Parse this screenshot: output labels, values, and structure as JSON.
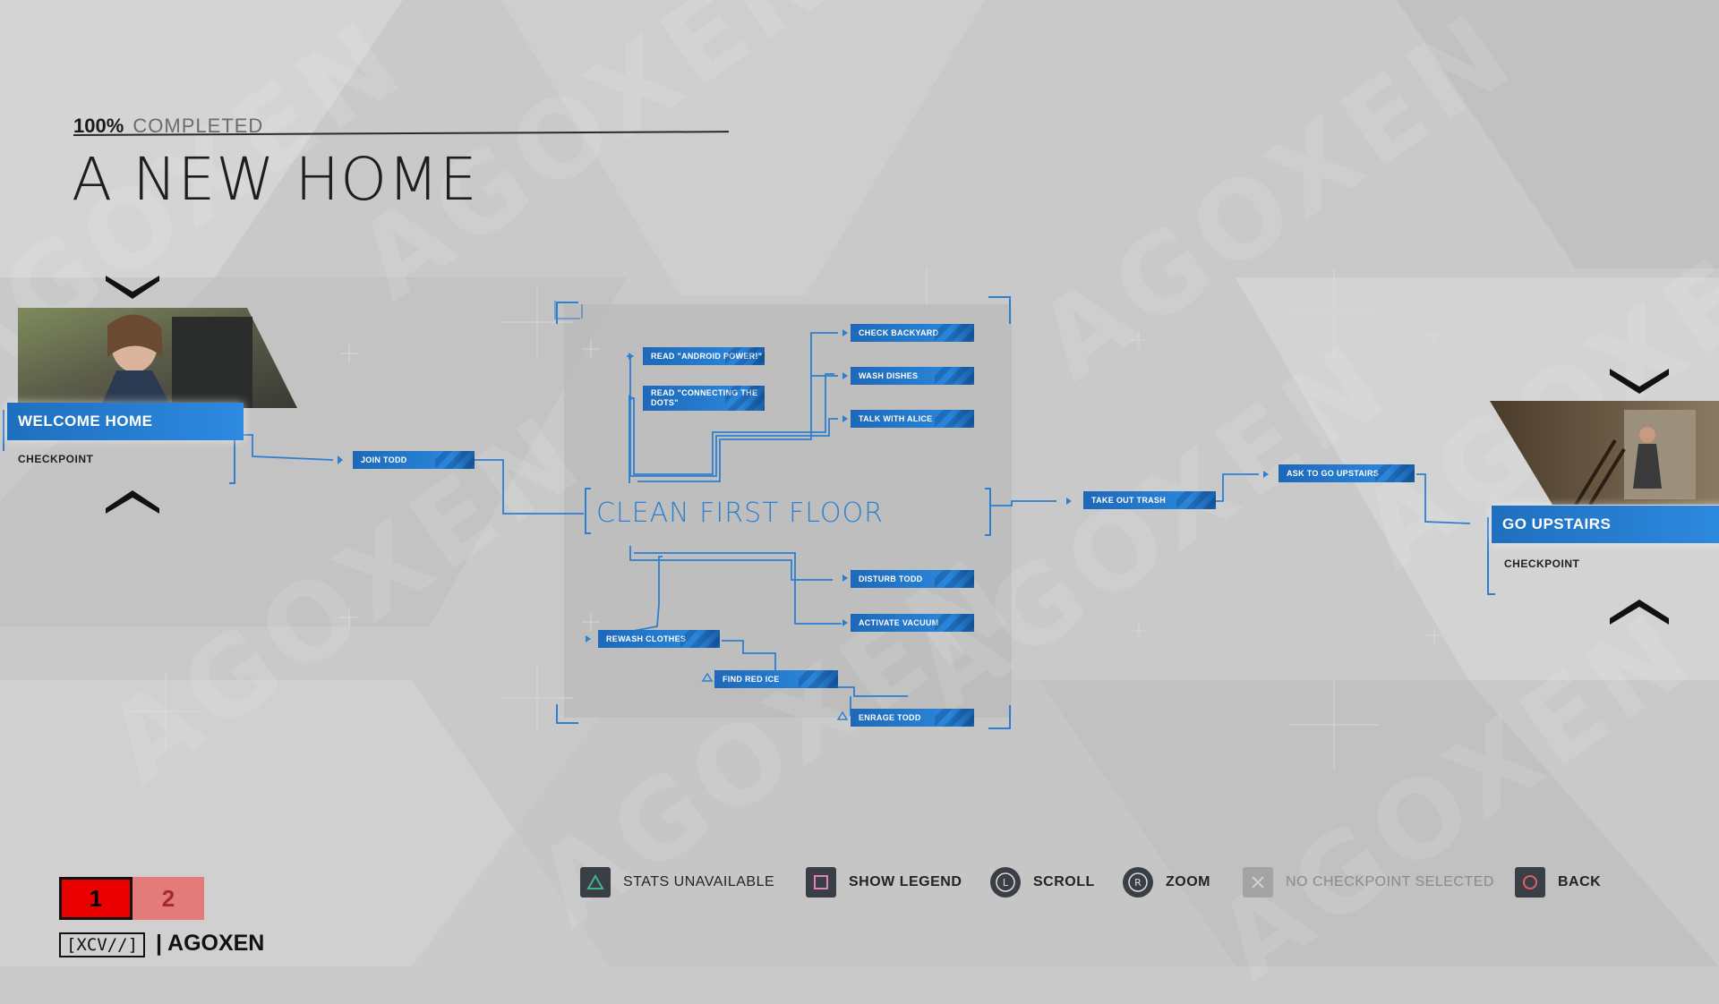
{
  "chapter": {
    "completion_percent": "100%",
    "completion_label": "COMPLETED",
    "title": "A NEW HOME"
  },
  "start_checkpoint": {
    "label": "WELCOME HOME",
    "type": "CHECKPOINT"
  },
  "end_checkpoint": {
    "label": "GO UPSTAIRS",
    "type": "CHECKPOINT"
  },
  "flowchart": {
    "central_node": "CLEAN FIRST FLOOR",
    "nodes": {
      "join_todd": "JOIN TODD",
      "read_android_power": "READ \"ANDROID POWER!\"",
      "read_connecting_dots": "READ \"CONNECTING THE DOTS\"",
      "check_backyard": "CHECK BACKYARD",
      "wash_dishes": "WASH DISHES",
      "talk_with_alice": "TALK WITH ALICE",
      "disturb_todd": "DISTURB TODD",
      "activate_vacuum": "ACTIVATE VACUUM",
      "rewash_clothes": "REWASH CLOTHES",
      "find_red_ice": "FIND RED ICE",
      "enrage_todd": "ENRAGE TODD",
      "take_out_trash": "TAKE OUT TRASH",
      "ask_to_go_upstairs": "ASK TO GO UPSTAIRS"
    }
  },
  "legend": {
    "stats": "STATS UNAVAILABLE",
    "show_legend": "SHOW LEGEND",
    "scroll": "SCROLL",
    "zoom": "ZOOM",
    "checkpoint": "NO CHECKPOINT SELECTED",
    "back": "BACK",
    "scroll_key": "L",
    "zoom_key": "R"
  },
  "overlay": {
    "badge_active": "1",
    "badge_inactive": "2",
    "brand_box": "[XCV//]",
    "brand_name": "| AGOXEN",
    "watermark": "AGOXEN"
  },
  "colors": {
    "accent": "#2a86da",
    "badge_active": "#ea0000",
    "badge_inactive": "#e37b7b"
  }
}
